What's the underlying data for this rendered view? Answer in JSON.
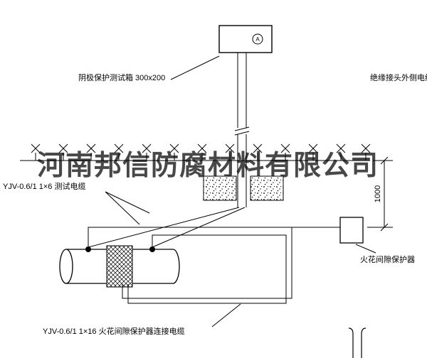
{
  "watermark": {
    "text": "河南邦信防腐材料有限公司"
  },
  "labels": {
    "test_box": "阴极保护测试箱 300x200",
    "insulation_joint_cable": "绝缘接头外侧电缆",
    "test_cable": "YJV-0.6/1 1×6  测试电缆",
    "spark_gap_protector": "火花间隙保护器",
    "connection_cable": "YJV-0.6/1 1×16  火花间隙保护器连接电缆",
    "dimension": "1000",
    "terminal_letter": "A"
  },
  "colors": {
    "line": "#000000",
    "watermark": "#2f2f2f",
    "background": "#ffffff"
  }
}
